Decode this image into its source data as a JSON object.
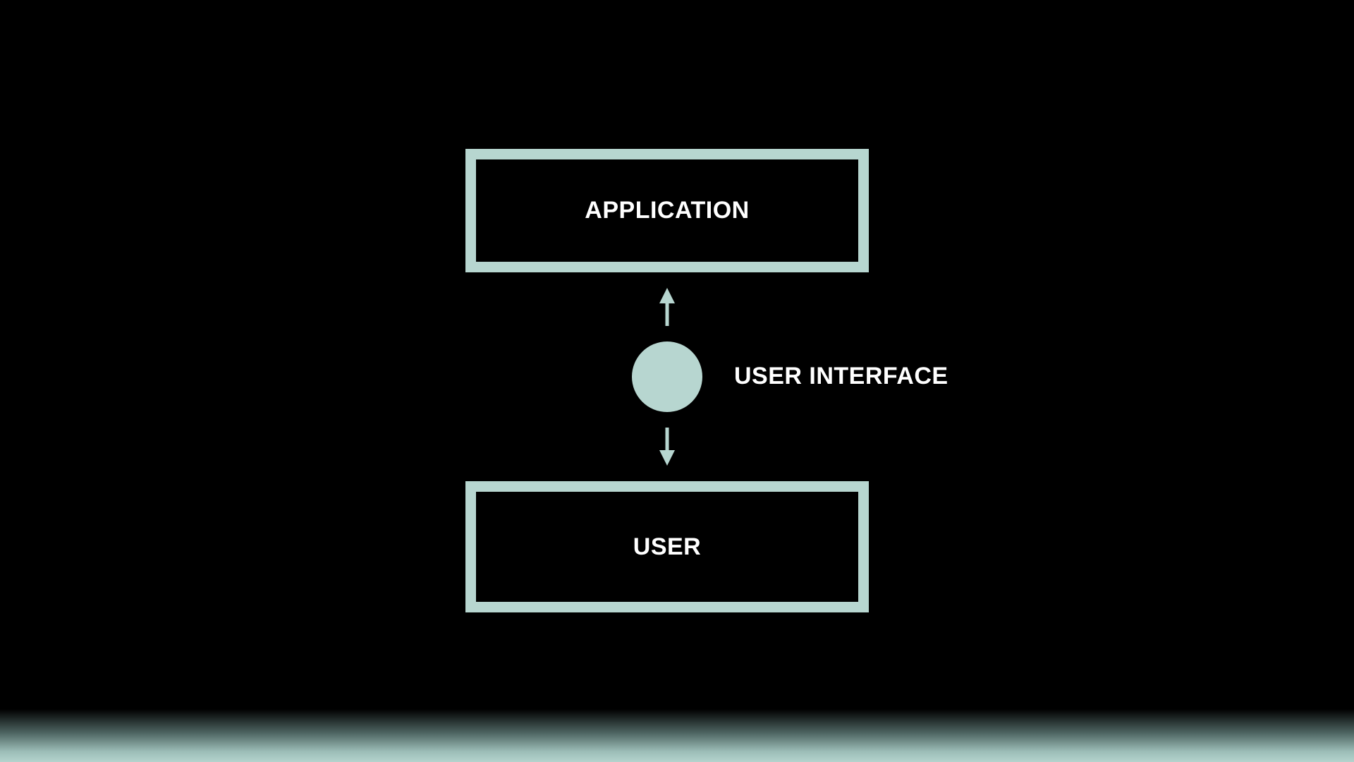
{
  "diagram": {
    "top_box": {
      "label": "APPLICATION"
    },
    "bottom_box": {
      "label": "USER"
    },
    "connector": {
      "label": "USER INTERFACE"
    }
  },
  "colors": {
    "background": "#000000",
    "accent": "#b7d6d0",
    "text": "#ffffff"
  },
  "icons": {
    "up_arrow": "arrow-up-icon",
    "down_arrow": "arrow-down-icon",
    "node": "circle-node-icon"
  }
}
